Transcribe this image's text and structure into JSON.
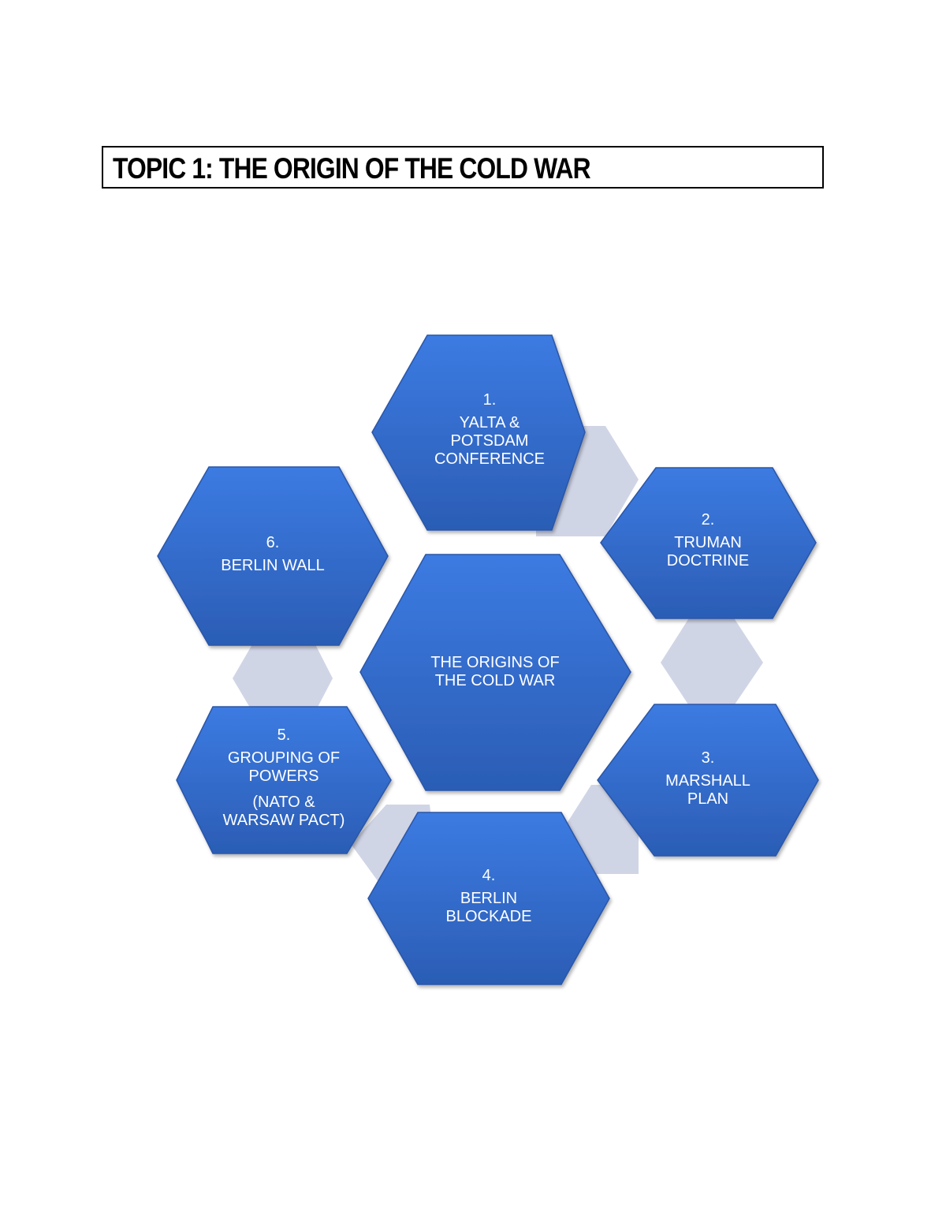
{
  "title": "TOPIC 1: THE ORIGIN OF THE COLD WAR",
  "colors": {
    "hex_fill_top": "#3b7ae0",
    "hex_fill_bottom": "#2c5fb8",
    "hex_edge": "#2652a3",
    "connector": "#d0d5e6",
    "text": "#ffffff"
  },
  "diagram": {
    "center": {
      "lines": [
        "THE ORIGINS OF",
        "THE COLD WAR"
      ]
    },
    "items": [
      {
        "num": "1.",
        "lines": [
          "YALTA &",
          "POTSDAM",
          "CONFERENCE"
        ]
      },
      {
        "num": "2.",
        "lines": [
          "TRUMAN",
          "DOCTRINE"
        ]
      },
      {
        "num": "3.",
        "lines": [
          "MARSHALL",
          "PLAN"
        ]
      },
      {
        "num": "4.",
        "lines": [
          "BERLIN",
          "BLOCKADE"
        ]
      },
      {
        "num": "5.",
        "lines": [
          "GROUPING OF",
          "POWERS"
        ],
        "extra": [
          "(NATO &",
          "WARSAW PACT)"
        ]
      },
      {
        "num": "6.",
        "lines": [
          "BERLIN WALL"
        ]
      }
    ]
  }
}
